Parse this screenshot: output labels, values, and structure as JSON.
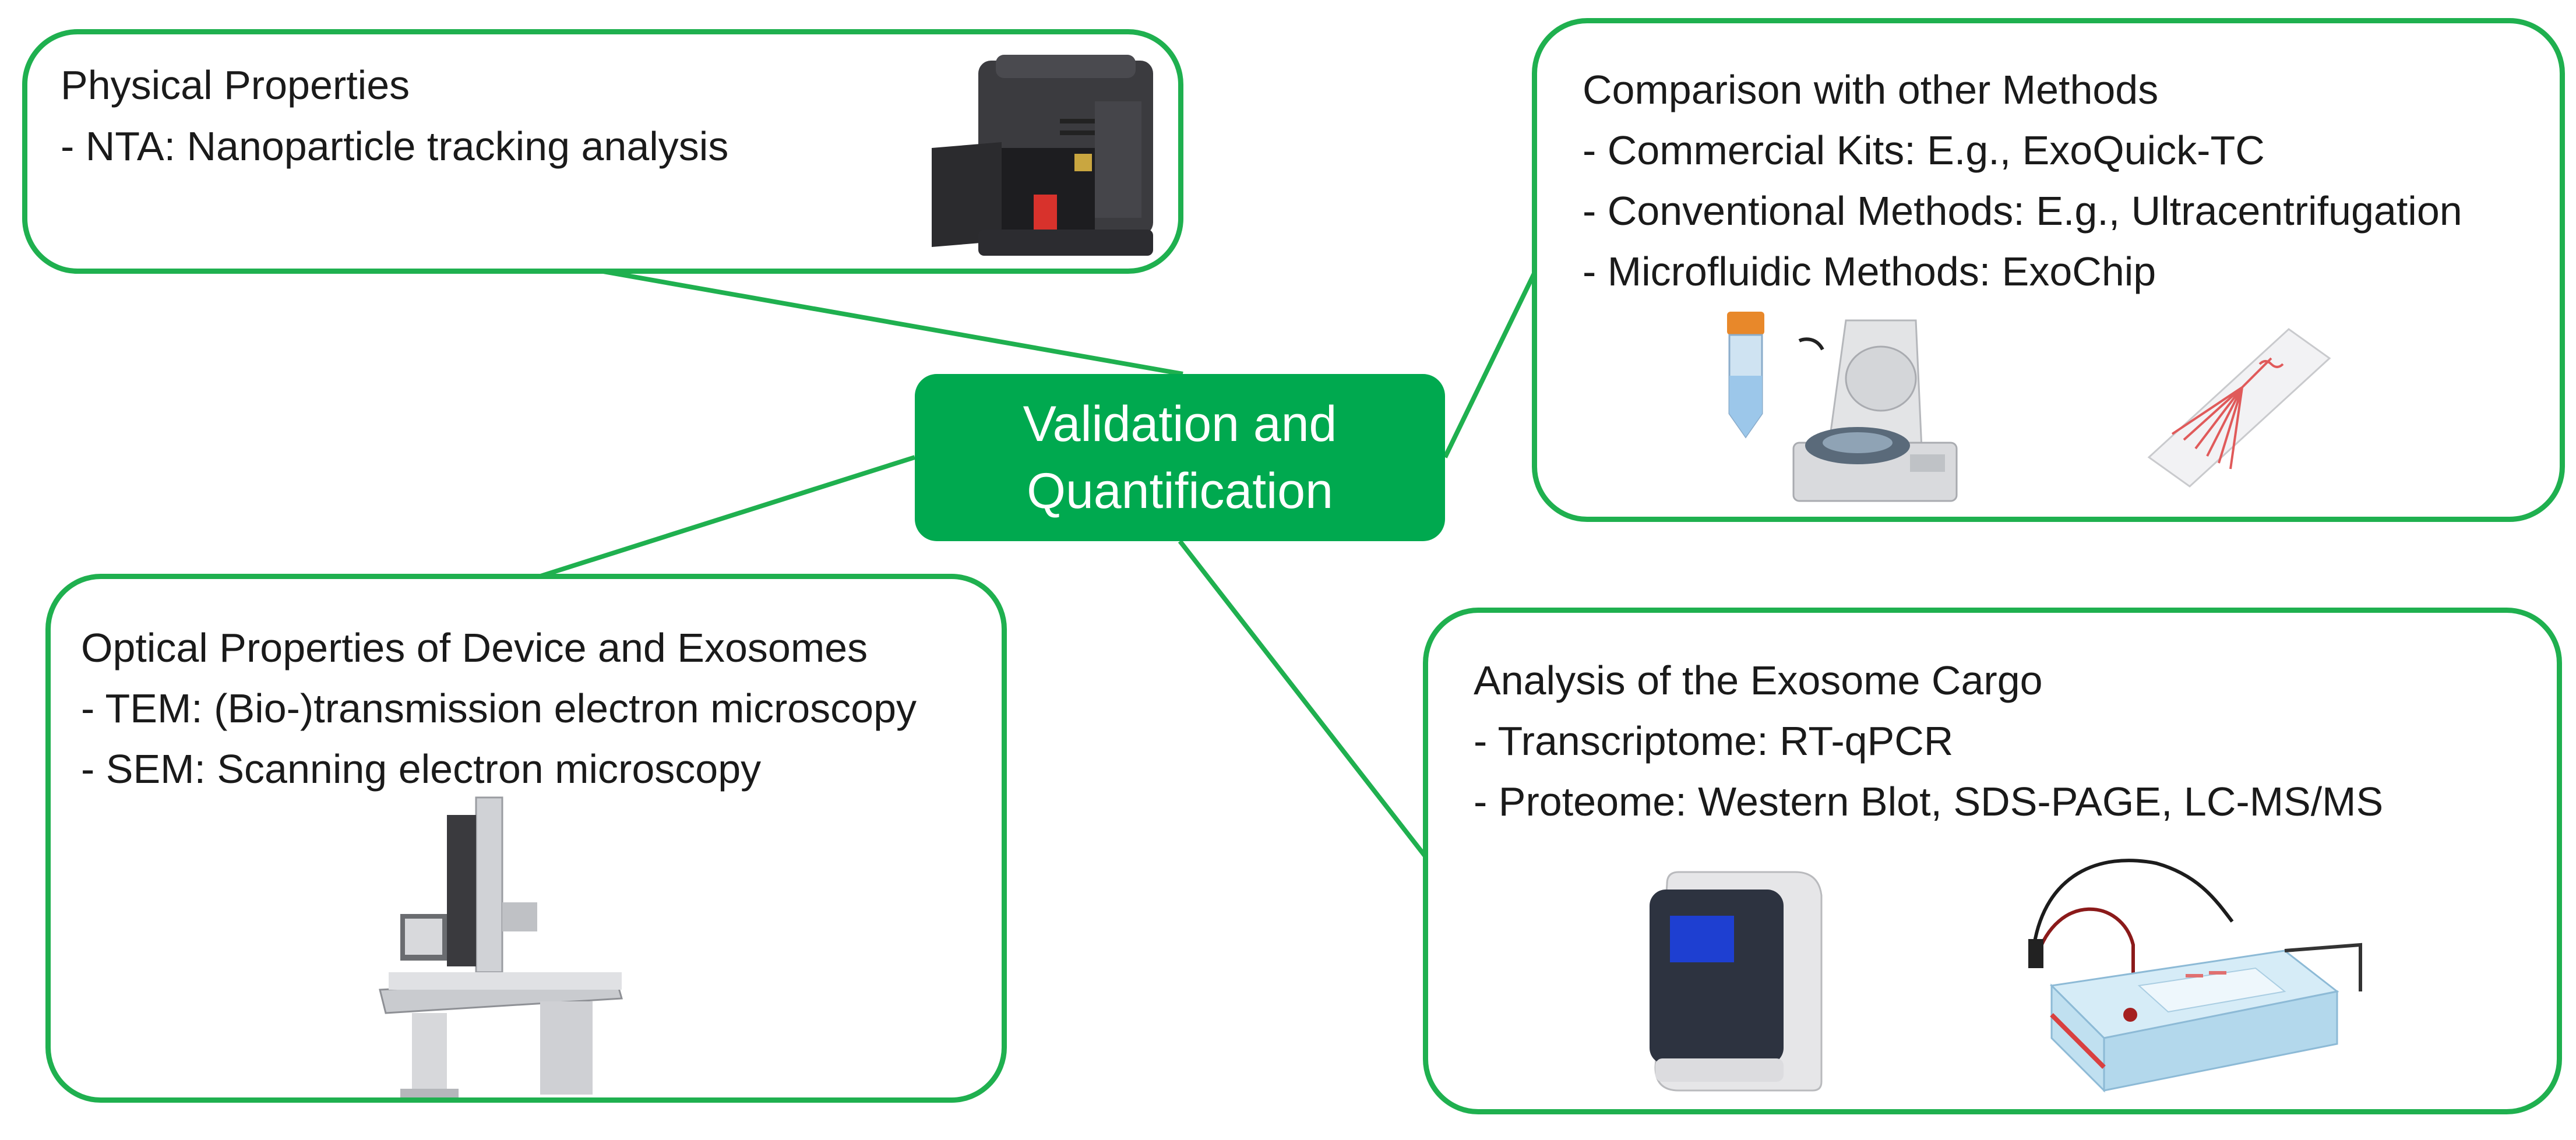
{
  "center": {
    "line1": "Validation and",
    "line2": "Quantification"
  },
  "panels": {
    "physical": {
      "title": "Physical Properties",
      "items": [
        "- NTA: Nanoparticle tracking analysis"
      ]
    },
    "comparison": {
      "title": "Comparison with other Methods",
      "items": [
        "- Commercial Kits: E.g., ExoQuick-TC",
        "- Conventional Methods: E.g., Ultracentrifugation",
        "- Microfluidic Methods: ExoChip"
      ]
    },
    "optical": {
      "title": "Optical Properties of Device and Exosomes",
      "items": [
        "- TEM: (Bio-)transmission electron microscopy",
        "- SEM: Scanning electron microscopy"
      ]
    },
    "cargo": {
      "title": "Analysis of the Exosome Cargo",
      "items": [
        "- Transcriptome: RT-qPCR",
        "- Proteome: Western Blot, SDS-PAGE, LC-MS/MS"
      ]
    }
  },
  "colors": {
    "border": "#1fb04f",
    "center_fill": "#00a94f",
    "center_text": "#ffffff"
  },
  "icons": [
    "nta-instrument-icon",
    "falcon-tube-icon",
    "centrifuge-icon",
    "microfluidic-chip-icon",
    "electron-microscope-icon",
    "qpcr-machine-icon",
    "electrophoresis-tank-icon"
  ]
}
